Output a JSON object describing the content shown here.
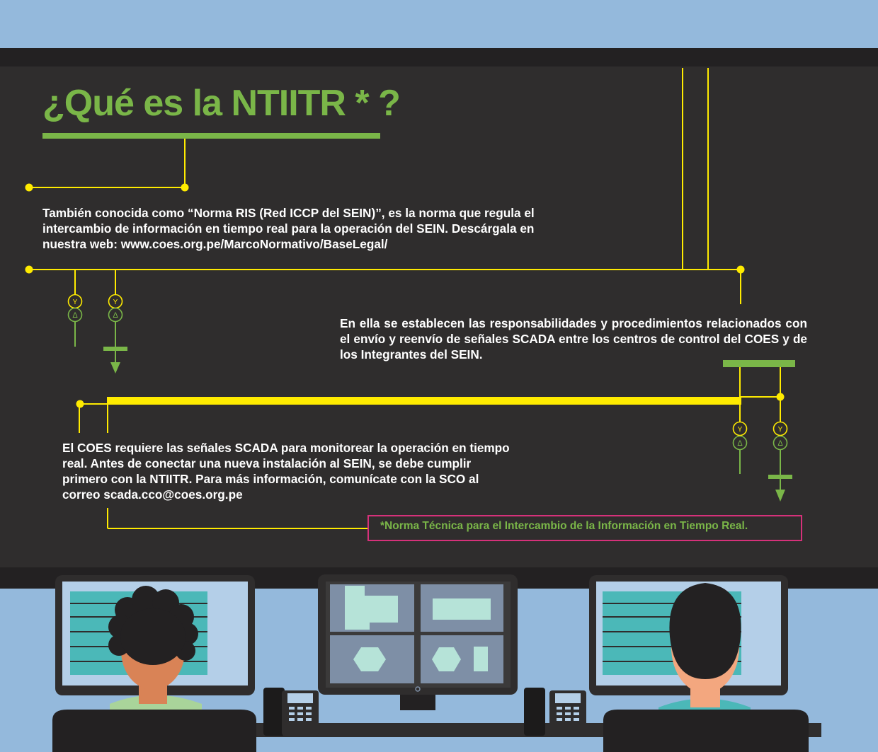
{
  "title": "¿Qué es la NTIITR * ?",
  "paragraphs": {
    "p1": "También conocida como “Norma RIS (Red ICCP del SEIN)”, es la norma que regula el intercambio de información en tiempo real para la operación del SEIN. Descárgala en nuestra web: www.coes.org.pe/MarcoNormativo/BaseLegal/",
    "p2": "En ella se establecen las responsabilidades y procedimientos relacionados con el envío y reenvío de señales SCADA entre los centros de control del COES y de los Integrantes del SEIN.",
    "p3": "El COES requiere las señales SCADA para monitorear la operación en tiempo real. Antes de conectar una nueva instalación al SEIN, se debe cumplir primero con la NTIITR. Para más información, comunícate con la SCO al correo scada.cco@coes.org.pe"
  },
  "footnote": "*Norma Técnica para el Intercambio de la Información en Tiempo Real.",
  "symbols": {
    "wye": "Y",
    "delta": "Δ"
  },
  "colors": {
    "board": "#2f2d2d",
    "sky": "#94b9dc",
    "green": "#7ab648",
    "yellow": "#ffeb00",
    "pink": "#d6317a",
    "text": "#ffffff"
  }
}
